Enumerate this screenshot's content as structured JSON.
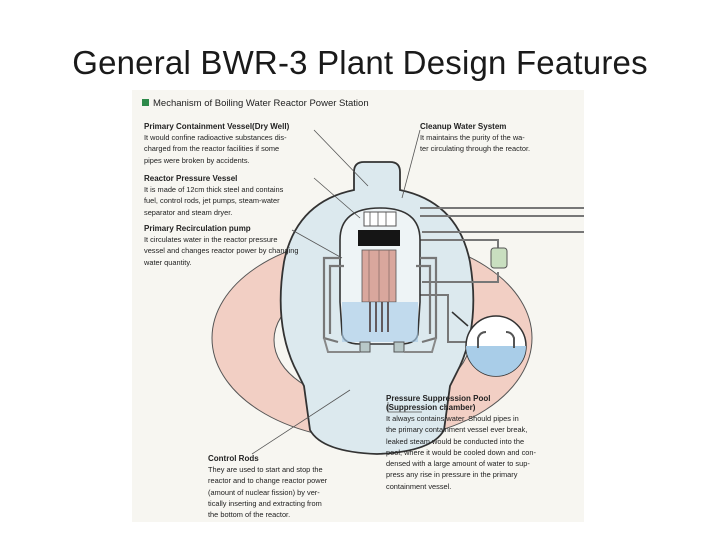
{
  "slide": {
    "title": "General BWR-3 Plant Design Features"
  },
  "figure": {
    "header": "Mechanism of Boiling Water Reactor Power Station",
    "callouts": {
      "containment": {
        "heading": "Primary Containment Vessel(Dry Well)",
        "lines": [
          "It would confine radioactive substances dis-",
          "charged from the reactor facilities if some",
          "pipes were broken by accidents."
        ]
      },
      "pressure_vessel": {
        "heading": "Reactor Pressure Vessel",
        "lines": [
          "It is made of 12cm thick steel and contains",
          "fuel, control rods, jet pumps, steam-water",
          "separator and steam dryer."
        ]
      },
      "recirculation": {
        "heading": "Primary Recirculation pump",
        "lines": [
          "It circulates water in the reactor pressure",
          "vessel and changes reactor power by changing",
          "water quantity."
        ]
      },
      "cleanup": {
        "heading": "Cleanup Water System",
        "lines": [
          "It maintains the purity of the wa-",
          "ter circulating through the reactor."
        ]
      },
      "suppression": {
        "heading": "Pressure Suppression Pool",
        "subheading": "(Suppression chamber)",
        "lines": [
          "It always contains water. Should pipes in",
          "the primary containment vessel ever break,",
          "leaked steam would be conducted into the",
          "pool, where it would be cooled down and con-",
          "densed with a large amount of water to sup-",
          "press any rise in pressure in the primary",
          "containment vessel."
        ]
      },
      "control_rods": {
        "heading": "Control Rods",
        "lines": [
          "They are used to start and stop the",
          "reactor and to change reactor power",
          "(amount of nuclear fission) by ver-",
          "tically inserting and extracting from",
          "the bottom of the reactor."
        ]
      }
    },
    "colors": {
      "containment_fill": "#dce9ee",
      "suppression_torus": "#f2cfc4",
      "water": "#a9cde8",
      "line": "#333333",
      "pipe": "#7a7a7a",
      "header_square": "#2d8a4a"
    }
  }
}
